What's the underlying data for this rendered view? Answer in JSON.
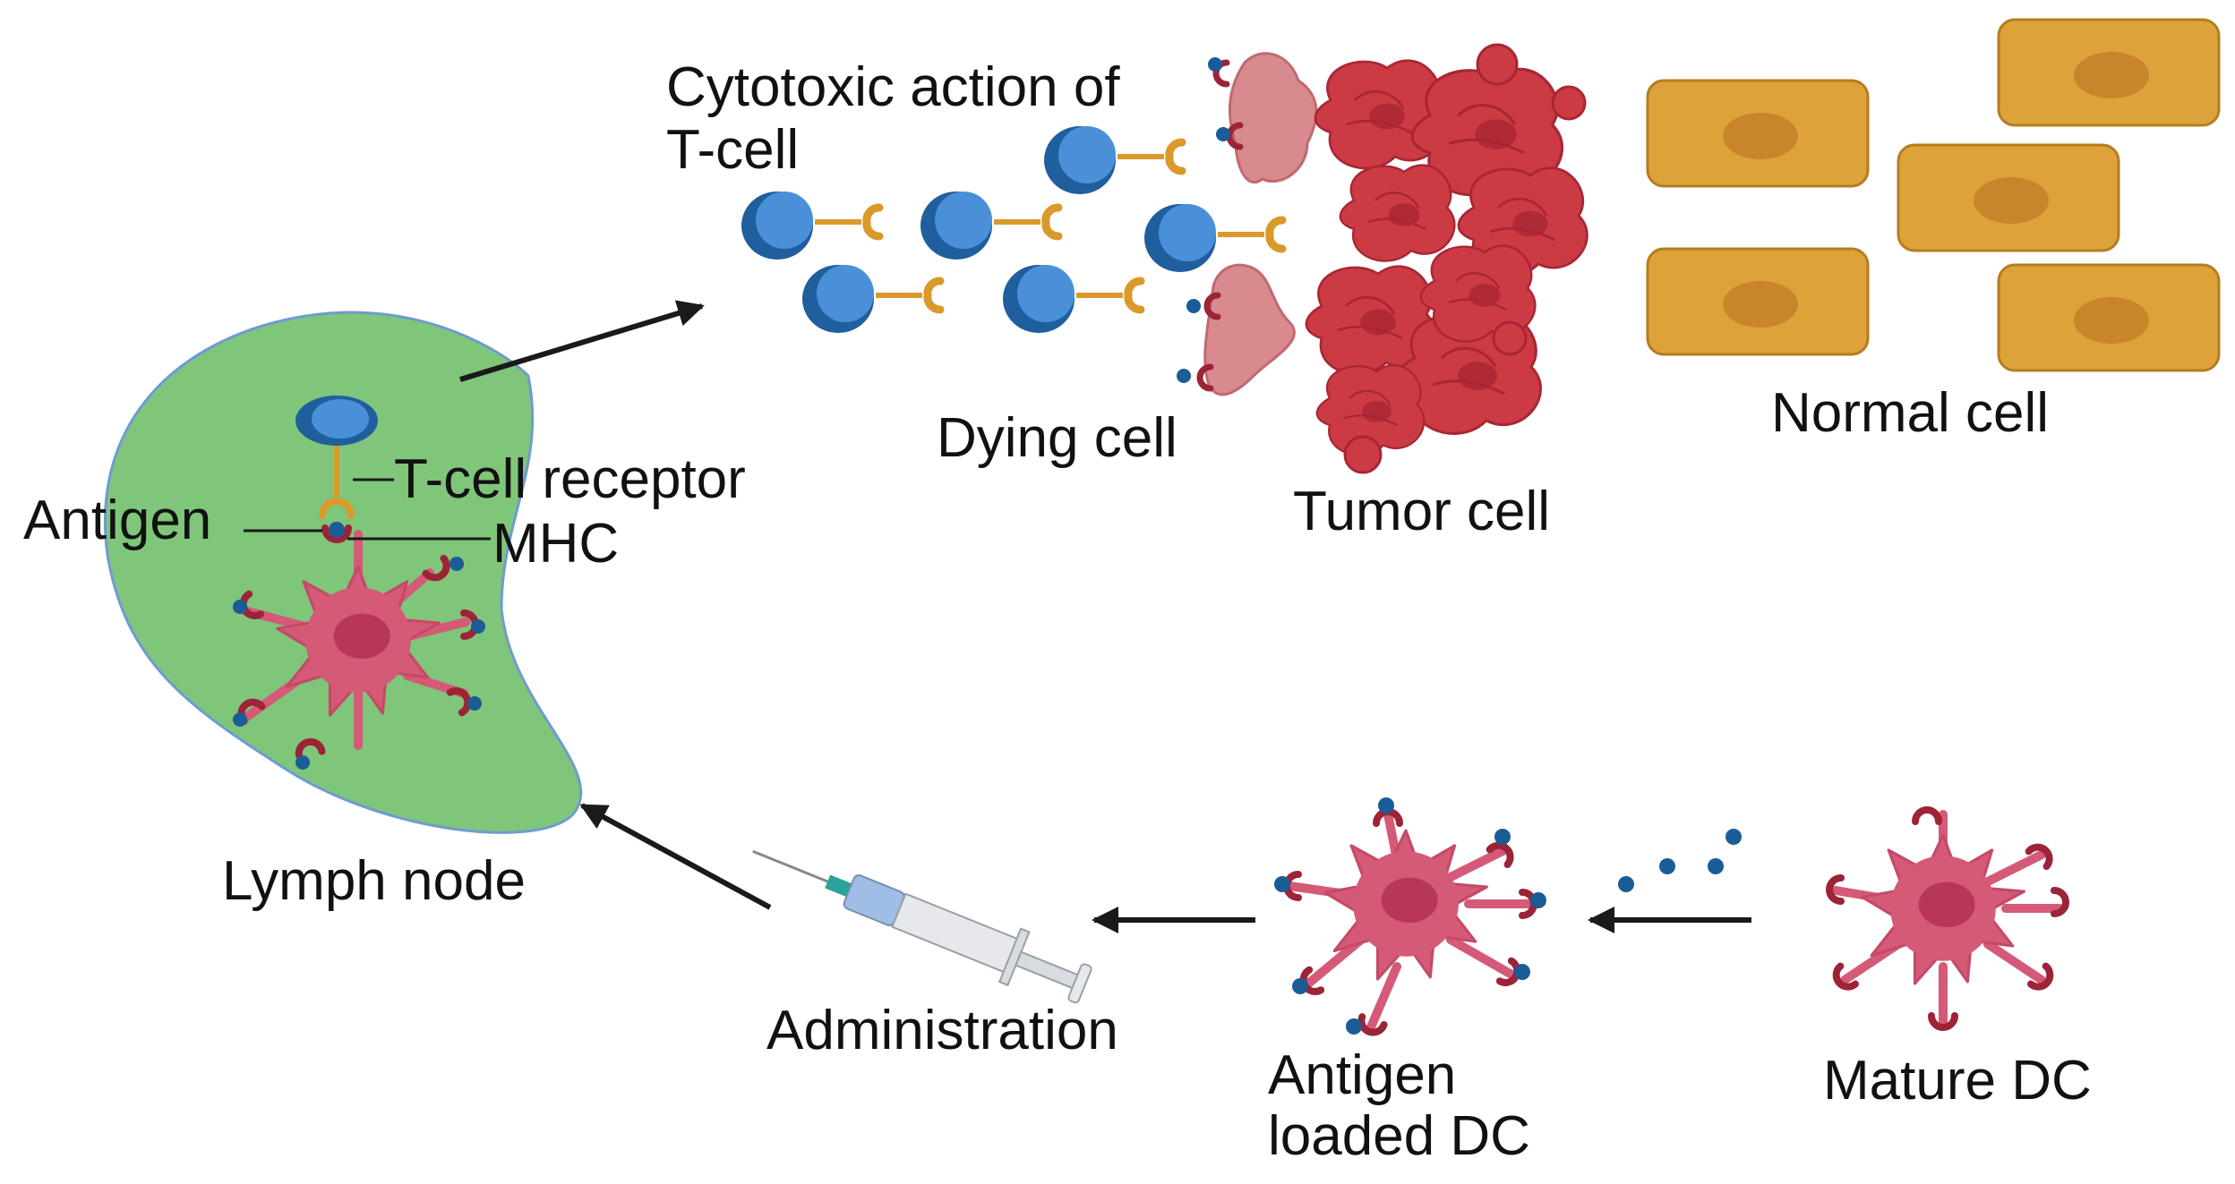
{
  "labels": {
    "cytotoxic_line1": "Cytotoxic action of",
    "cytotoxic_line2": "T-cell",
    "dying_cell": "Dying cell",
    "tumor_cell": "Tumor cell",
    "normal_cell": "Normal cell",
    "t_cell_receptor": "T-cell receptor",
    "antigen": "Antigen",
    "mhc": "MHC",
    "lymph_node": "Lymph node",
    "administration": "Administration",
    "antigen_loaded_line1": "Antigen",
    "antigen_loaded_line2": "loaded DC",
    "mature_dc": "Mature DC"
  },
  "colors": {
    "lymph_node_fill": "#7fc67a",
    "lymph_node_edge": "#6f9bd1",
    "t_cell_dark": "#1f5f9e",
    "t_cell_light": "#4a90d9",
    "receptor": "#d99a2b",
    "dc_body": "#d45a78",
    "dc_nucleus": "#b8365a",
    "dc_receptor": "#9c2436",
    "antigen_dot": "#1a5c96",
    "tumor": "#cc3a44",
    "tumor_dark": "#a82634",
    "dying": "#d98a8e",
    "normal_fill": "#dea23a",
    "normal_edge": "#b57d1f",
    "normal_nucleus": "#c9852c",
    "arrow": "#1a1a1a"
  },
  "icons": [
    "lymph-node-icon",
    "t-cell-icon",
    "dendritic-cell-icon",
    "tumor-cell-icon",
    "dying-cell-icon",
    "normal-cell-icon",
    "syringe-icon",
    "arrow-icon"
  ]
}
